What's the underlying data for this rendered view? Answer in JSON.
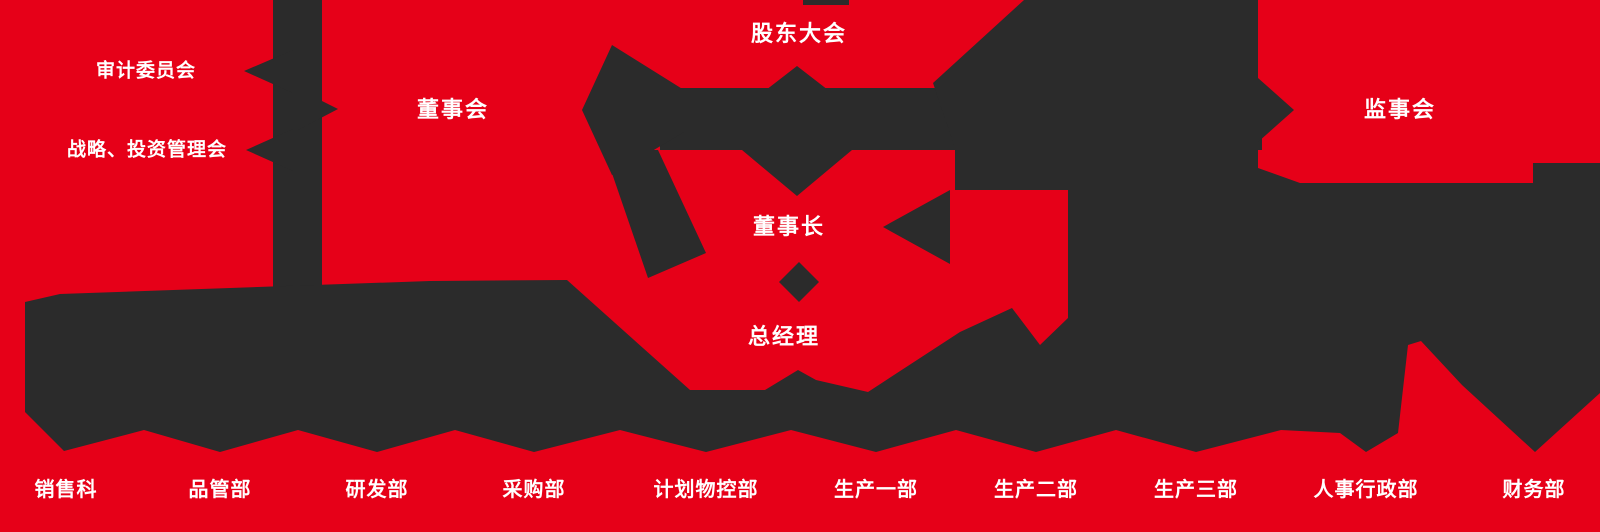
{
  "colors": {
    "background": "#e60018",
    "shape": "#2b2b2b",
    "text": "#ffffff"
  },
  "org_chart": {
    "nodes": {
      "shareholders_meeting": "股东大会",
      "board_of_directors": "董事会",
      "supervisory_board": "监事会",
      "audit_committee": "审计委员会",
      "strategy_investment_committee": "战略、投资管理会",
      "chairman": "董事长",
      "general_manager": "总经理"
    },
    "departments": [
      "销售科",
      "品管部",
      "研发部",
      "采购部",
      "计划物控部",
      "生产一部",
      "生产二部",
      "生产三部",
      "人事行政部",
      "财务部"
    ]
  }
}
